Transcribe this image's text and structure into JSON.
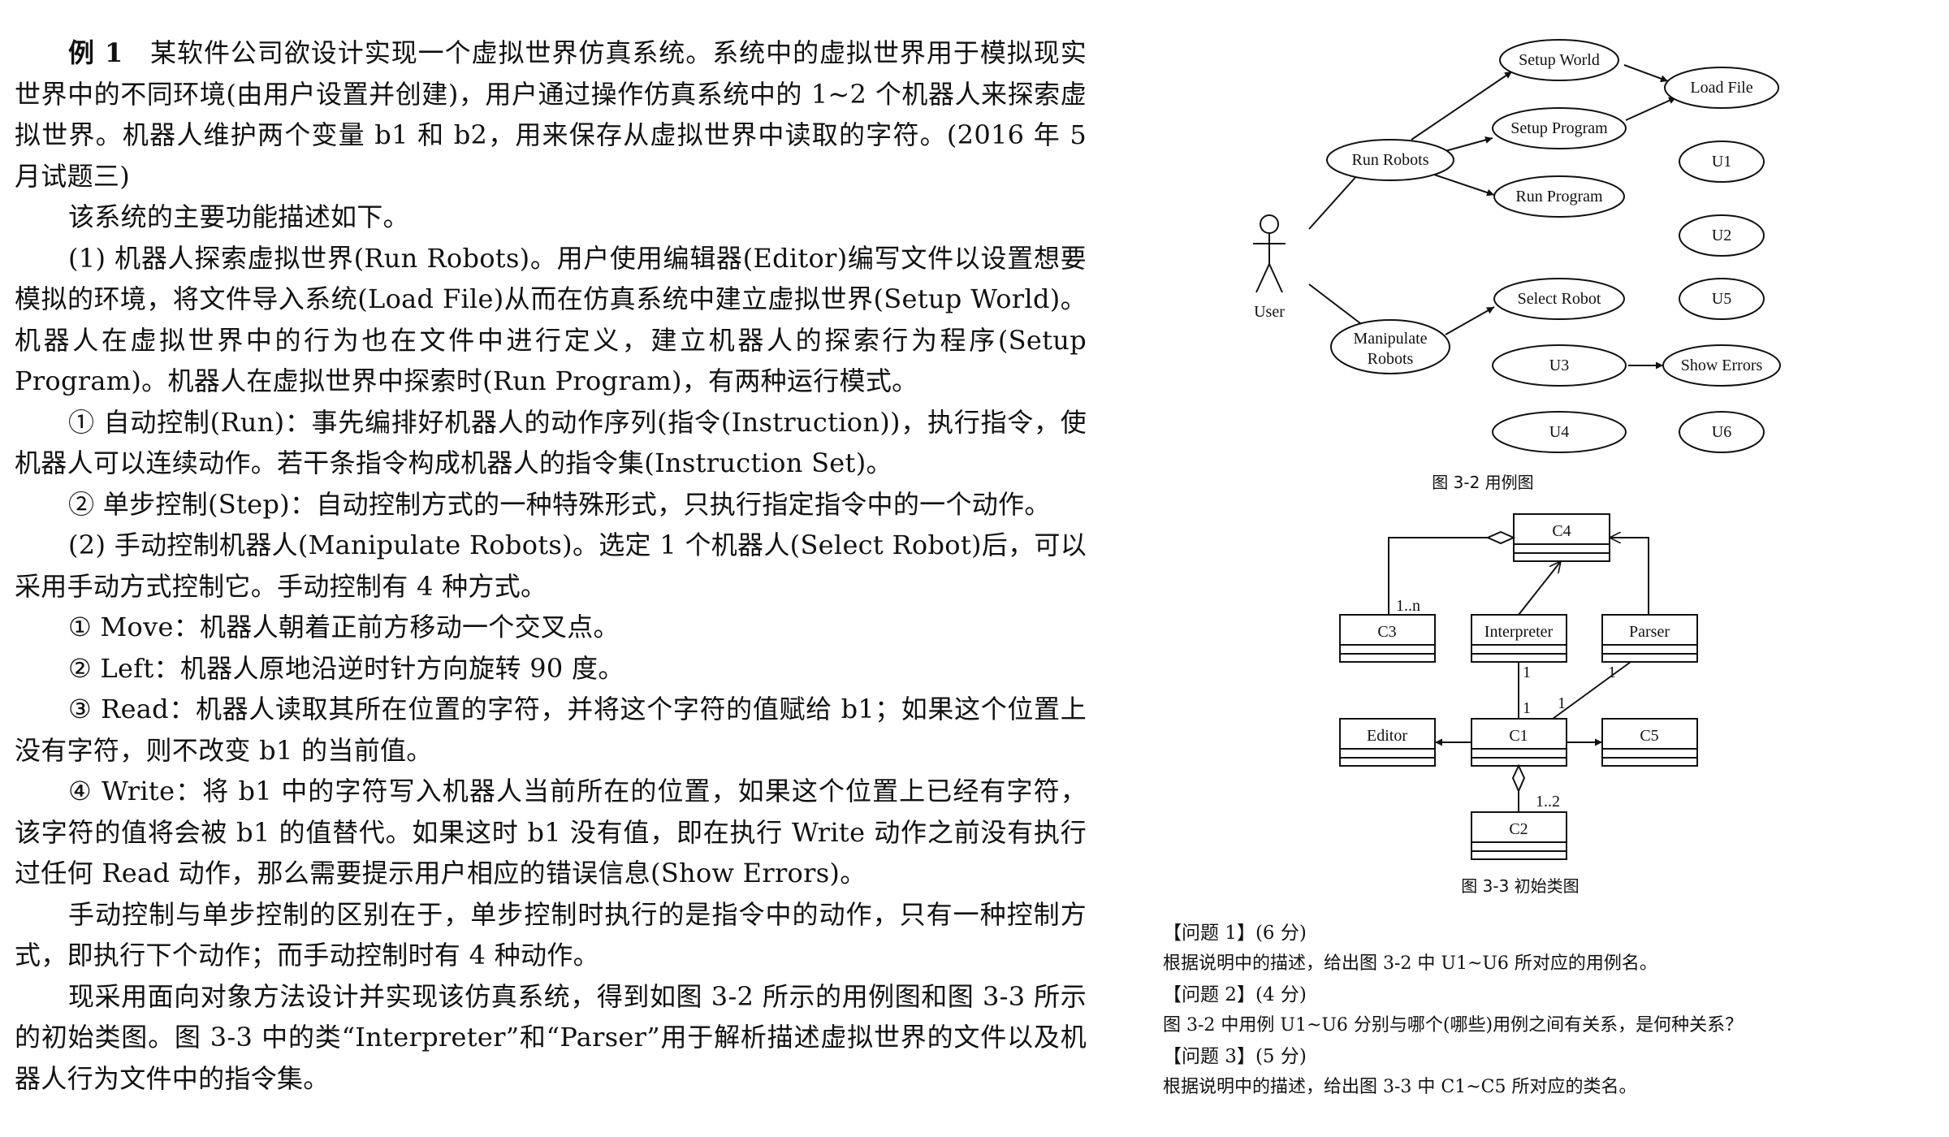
{
  "left": {
    "example_label": "例 1",
    "p1": "某软件公司欲设计实现一个虚拟世界仿真系统。系统中的虚拟世界用于模拟现实世界中的不同环境(由用户设置并创建)，用户通过操作仿真系统中的 1~2 个机器人来探索虚拟世界。机器人维护两个变量 b1 和 b2，用来保存从虚拟世界中读取的字符。(2016 年 5 月试题三)",
    "p2": "该系统的主要功能描述如下。",
    "p3": "(1) 机器人探索虚拟世界(Run Robots)。用户使用编辑器(Editor)编写文件以设置想要模拟的环境，将文件导入系统(Load File)从而在仿真系统中建立虚拟世界(Setup World)。机器人在虚拟世界中的行为也在文件中进行定义，建立机器人的探索行为程序(Setup Program)。机器人在虚拟世界中探索时(Run Program)，有两种运行模式。",
    "p4": "① 自动控制(Run)：事先编排好机器人的动作序列(指令(Instruction))，执行指令，使机器人可以连续动作。若干条指令构成机器人的指令集(Instruction Set)。",
    "p5": "② 单步控制(Step)：自动控制方式的一种特殊形式，只执行指定指令中的一个动作。",
    "p6": "(2) 手动控制机器人(Manipulate Robots)。选定 1 个机器人(Select Robot)后，可以采用手动方式控制它。手动控制有 4 种方式。",
    "p7": "① Move：机器人朝着正前方移动一个交叉点。",
    "p8": "② Left：机器人原地沿逆时针方向旋转 90 度。",
    "p9": "③ Read：机器人读取其所在位置的字符，并将这个字符的值赋给 b1；如果这个位置上没有字符，则不改变 b1 的当前值。",
    "p10": "④ Write：将 b1 中的字符写入机器人当前所在的位置，如果这个位置上已经有字符，该字符的值将会被 b1 的值替代。如果这时 b1 没有值，即在执行 Write 动作之前没有执行过任何 Read 动作，那么需要提示用户相应的错误信息(Show Errors)。",
    "p11": "手动控制与单步控制的区别在于，单步控制时执行的是指令中的动作，只有一种控制方式，即执行下个动作；而手动控制时有 4 种动作。",
    "p12": "现采用面向对象方法设计并实现该仿真系统，得到如图 3-2 所示的用例图和图 3-3 所示的初始类图。图 3-3 中的类“Interpreter”和“Parser”用于解析描述虚拟世界的文件以及机器人行为文件中的指令集。"
  },
  "usecase": {
    "actor": "User",
    "setup_world": "Setup World",
    "load_file": "Load File",
    "setup_program": "Setup Program",
    "run_robots": "Run Robots",
    "run_program": "Run Program",
    "u1": "U1",
    "u2": "U2",
    "u5": "U5",
    "select_robot": "Select Robot",
    "manipulate_1": "Manipulate",
    "manipulate_2": "Robots",
    "u3": "U3",
    "show_errors": "Show Errors",
    "u4": "U4",
    "u6": "U6",
    "caption": "图 3-2   用例图"
  },
  "classdiag": {
    "c4": "C4",
    "c3": "C3",
    "interpreter": "Interpreter",
    "parser": "Parser",
    "editor": "Editor",
    "c1": "C1",
    "c5": "C5",
    "c2": "C2",
    "mult_1n": "1..n",
    "mult_1a": "1",
    "mult_1b": "1",
    "mult_1c": "1",
    "mult_1d": "1",
    "mult_12": "1..2",
    "caption": "图 3-3   初始类图"
  },
  "questions": {
    "q1_title": "【问题 1】(6 分)",
    "q1_body": "根据说明中的描述，给出图 3-2 中 U1~U6 所对应的用例名。",
    "q2_title": "【问题 2】(4 分)",
    "q2_body": "图 3-2 中用例 U1~U6 分别与哪个(哪些)用例之间有关系，是何种关系？",
    "q3_title": "【问题 3】(5 分)",
    "q3_body": "根据说明中的描述，给出图 3-3 中 C1~C5 所对应的类名。"
  }
}
